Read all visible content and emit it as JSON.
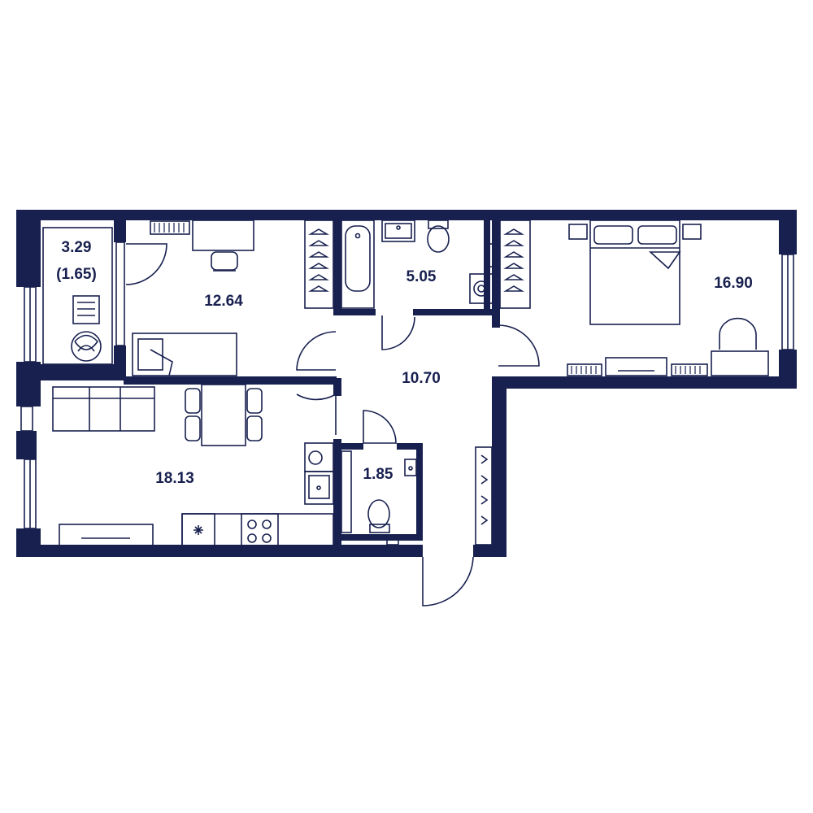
{
  "palette": {
    "wall": "#18204f",
    "background": "#ffffff"
  },
  "rooms": {
    "balcony": {
      "area_line1": "3.29",
      "area_line2": "(1.65)"
    },
    "bedroom_small": {
      "area": "12.64"
    },
    "bathroom": {
      "area": "5.05"
    },
    "bedroom_large": {
      "area": "16.90"
    },
    "hallway": {
      "area": "10.70"
    },
    "living_kitchen": {
      "area": "18.13"
    },
    "toilet": {
      "area": "1.85"
    }
  },
  "icons": [
    "wardrobe-hanger-icon",
    "bathtub-icon",
    "sink-icon",
    "toilet-icon",
    "washing-machine-icon",
    "double-bed-icon",
    "desk-chair-icon",
    "sofa-icon",
    "dining-table-icon",
    "stove-icon",
    "fridge-icon",
    "plant-icon",
    "lounge-chair-icon",
    "radiator-icon"
  ]
}
